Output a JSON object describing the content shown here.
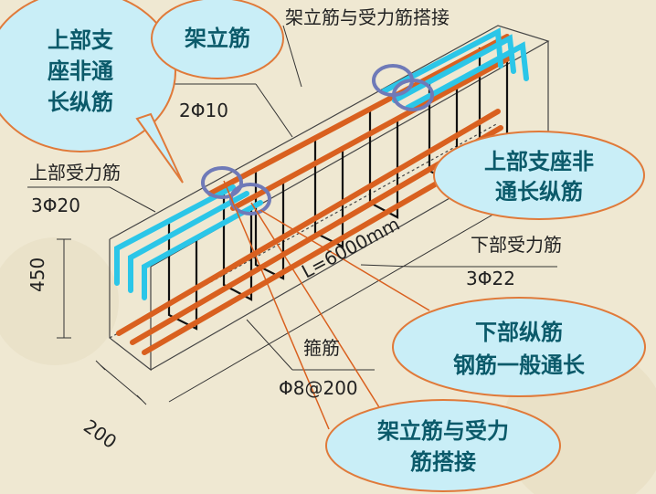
{
  "dims": {
    "erect_splice_top": "架立筋与受力筋搭接",
    "erect_count": "2Φ10",
    "top_label": "上部受力筋",
    "top_count": "3Φ20",
    "height": "450",
    "length": "L=6000mm",
    "bottom_label": "下部受力筋",
    "bottom_count": "3Φ22",
    "stirrup_label": "箍筋",
    "stirrup_spec": "Φ8@200",
    "width": "200"
  },
  "callouts": {
    "top_left": [
      "上部支",
      "座非通",
      "长纵筋"
    ],
    "erect": "架立筋",
    "top_right": [
      "上部支座非",
      "通长纵筋"
    ],
    "bottom_long": [
      "下部纵筋",
      "钢筋一般通长"
    ],
    "splice": [
      "架立筋与受力",
      "筋搭接"
    ]
  },
  "colors": {
    "cyan_rebar": "#2bc6e8",
    "orange_rebar": "#d9601f",
    "callout_fill": "#c9eef7",
    "callout_border": "#e07a3a",
    "text": "#0b5a6a"
  }
}
